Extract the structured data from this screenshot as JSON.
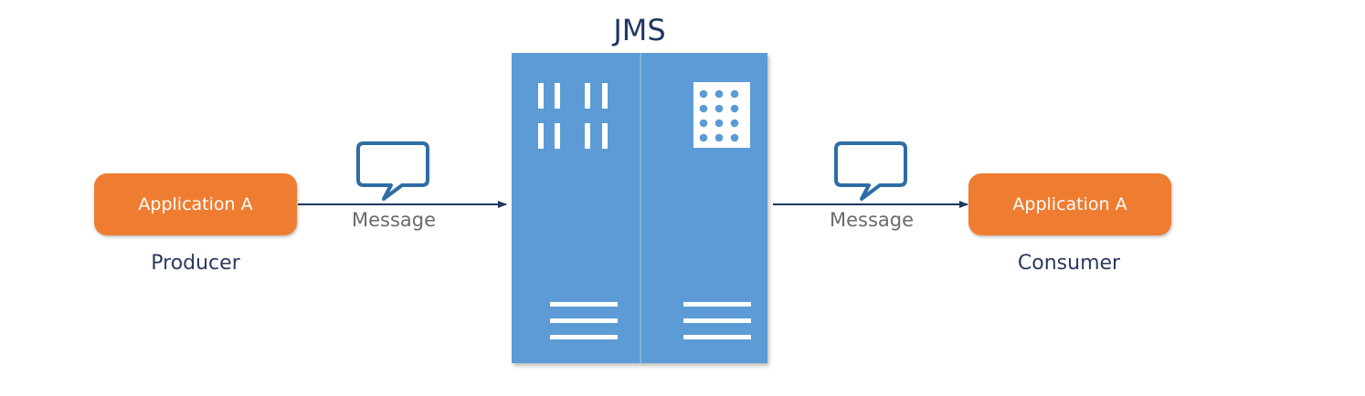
{
  "diagram": {
    "title": "JMS",
    "producer": {
      "app_label": "Application  A",
      "role_label": "Producer"
    },
    "consumer": {
      "app_label": "Application  A",
      "role_label": "Consumer"
    },
    "message_left": "Message",
    "message_right": "Message"
  },
  "colors": {
    "app_fill": "#EE7D32",
    "server_fill": "#5B9BD5",
    "server_divider": "#8EB8E2",
    "server_icon": "#FFFFFF",
    "bubble_stroke": "#2E6DA4",
    "arrow": "#1F3864",
    "title_text": "#1F3864",
    "role_text": "#2B3A5C",
    "message_text": "#6A6A6A"
  },
  "icons": {
    "left_bubble": "speech-bubble-icon",
    "right_bubble": "speech-bubble-icon",
    "server": "server-rack-icon"
  }
}
